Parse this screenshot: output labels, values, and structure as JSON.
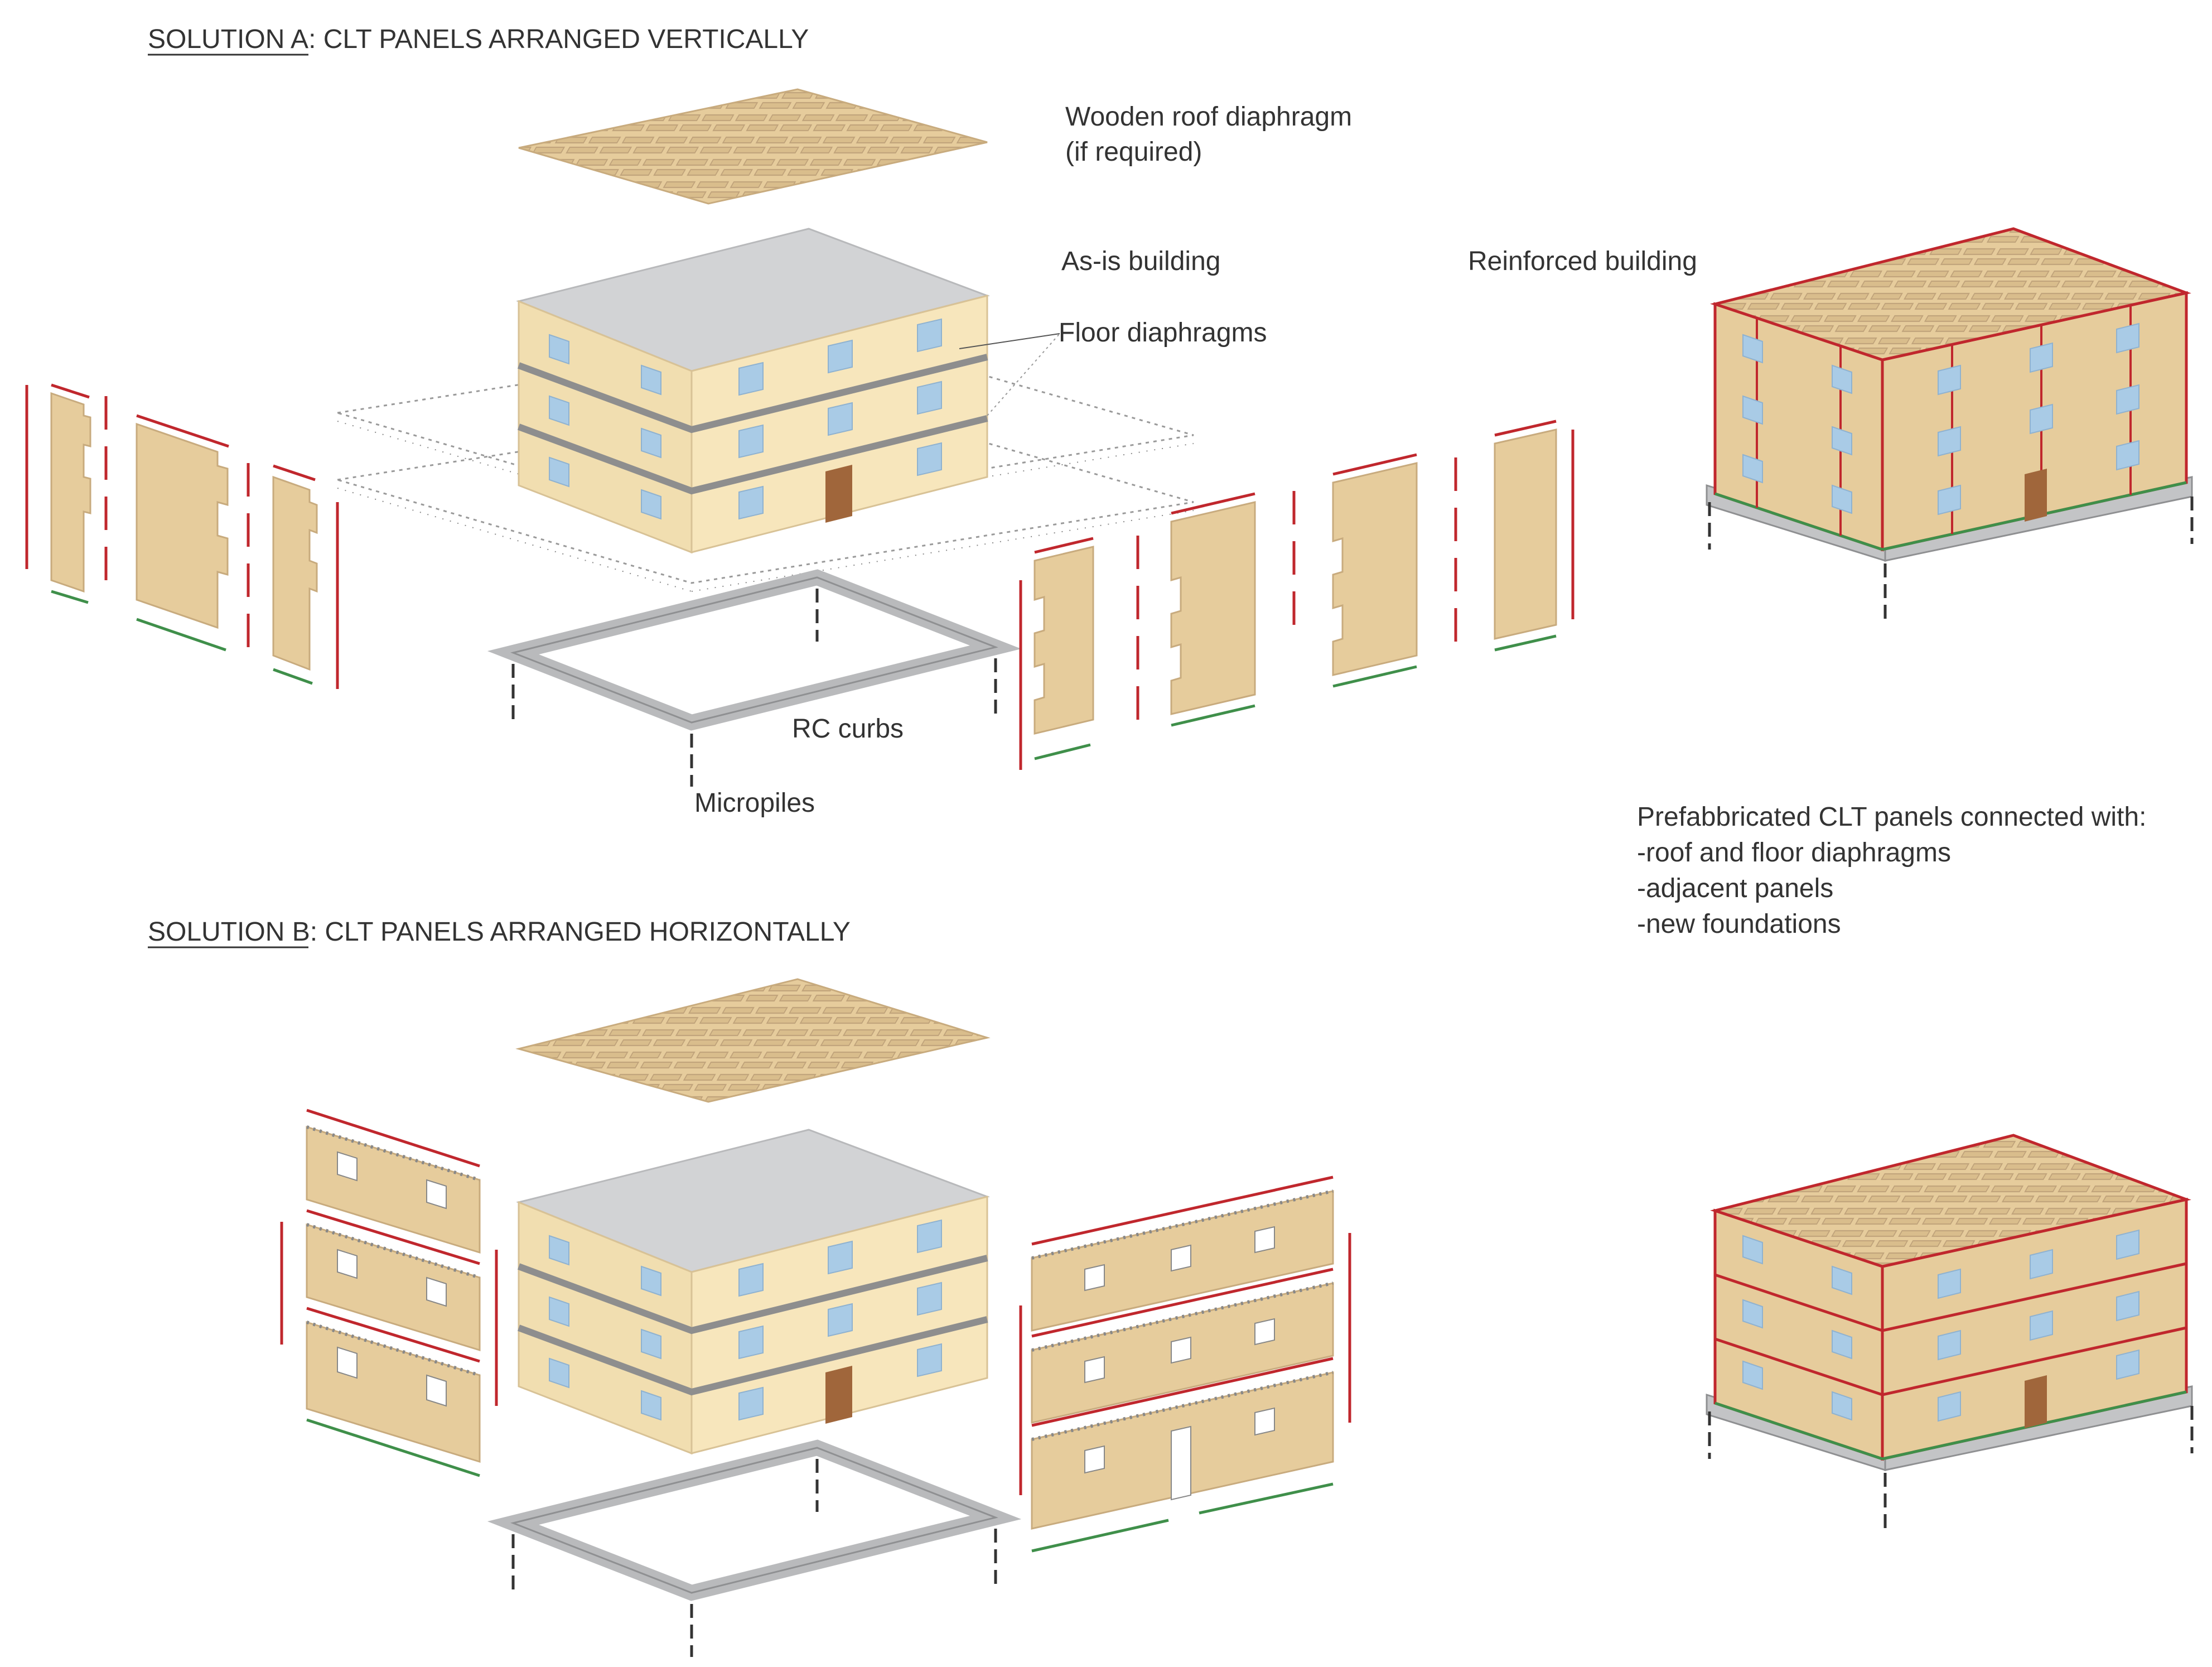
{
  "solution_a": {
    "prefix": "SOLUTION A",
    "rest": ": CLT PANELS ARRANGED VERTICALLY"
  },
  "solution_b": {
    "prefix": "SOLUTION B",
    "rest": ": CLT PANELS ARRANGED HORIZONTALLY"
  },
  "labels": {
    "roof_line1": "Wooden roof diaphragm",
    "roof_line2": "(if required)",
    "as_is": "As-is building",
    "reinforced": "Reinforced building",
    "floor_diaphragms": "Floor diaphragms",
    "rc_curbs": "RC curbs",
    "micropiles": "Micropiles"
  },
  "notes": {
    "heading": "Prefabbricated CLT panels connected with:",
    "items": [
      "-roof and floor diaphragms",
      "-adjacent panels",
      "-new foundations"
    ]
  },
  "colors": {
    "wood": "#e6cc9c",
    "building_wall": "#f7e6bc",
    "building_wall_side": "#f1deb0",
    "roof_grey": "#d2d3d5",
    "window": "#a9cbe6",
    "door": "#a0663b",
    "red_connection": "#c0272d",
    "green_connection": "#3f8f4a",
    "curb_grey": "#b9babc"
  }
}
